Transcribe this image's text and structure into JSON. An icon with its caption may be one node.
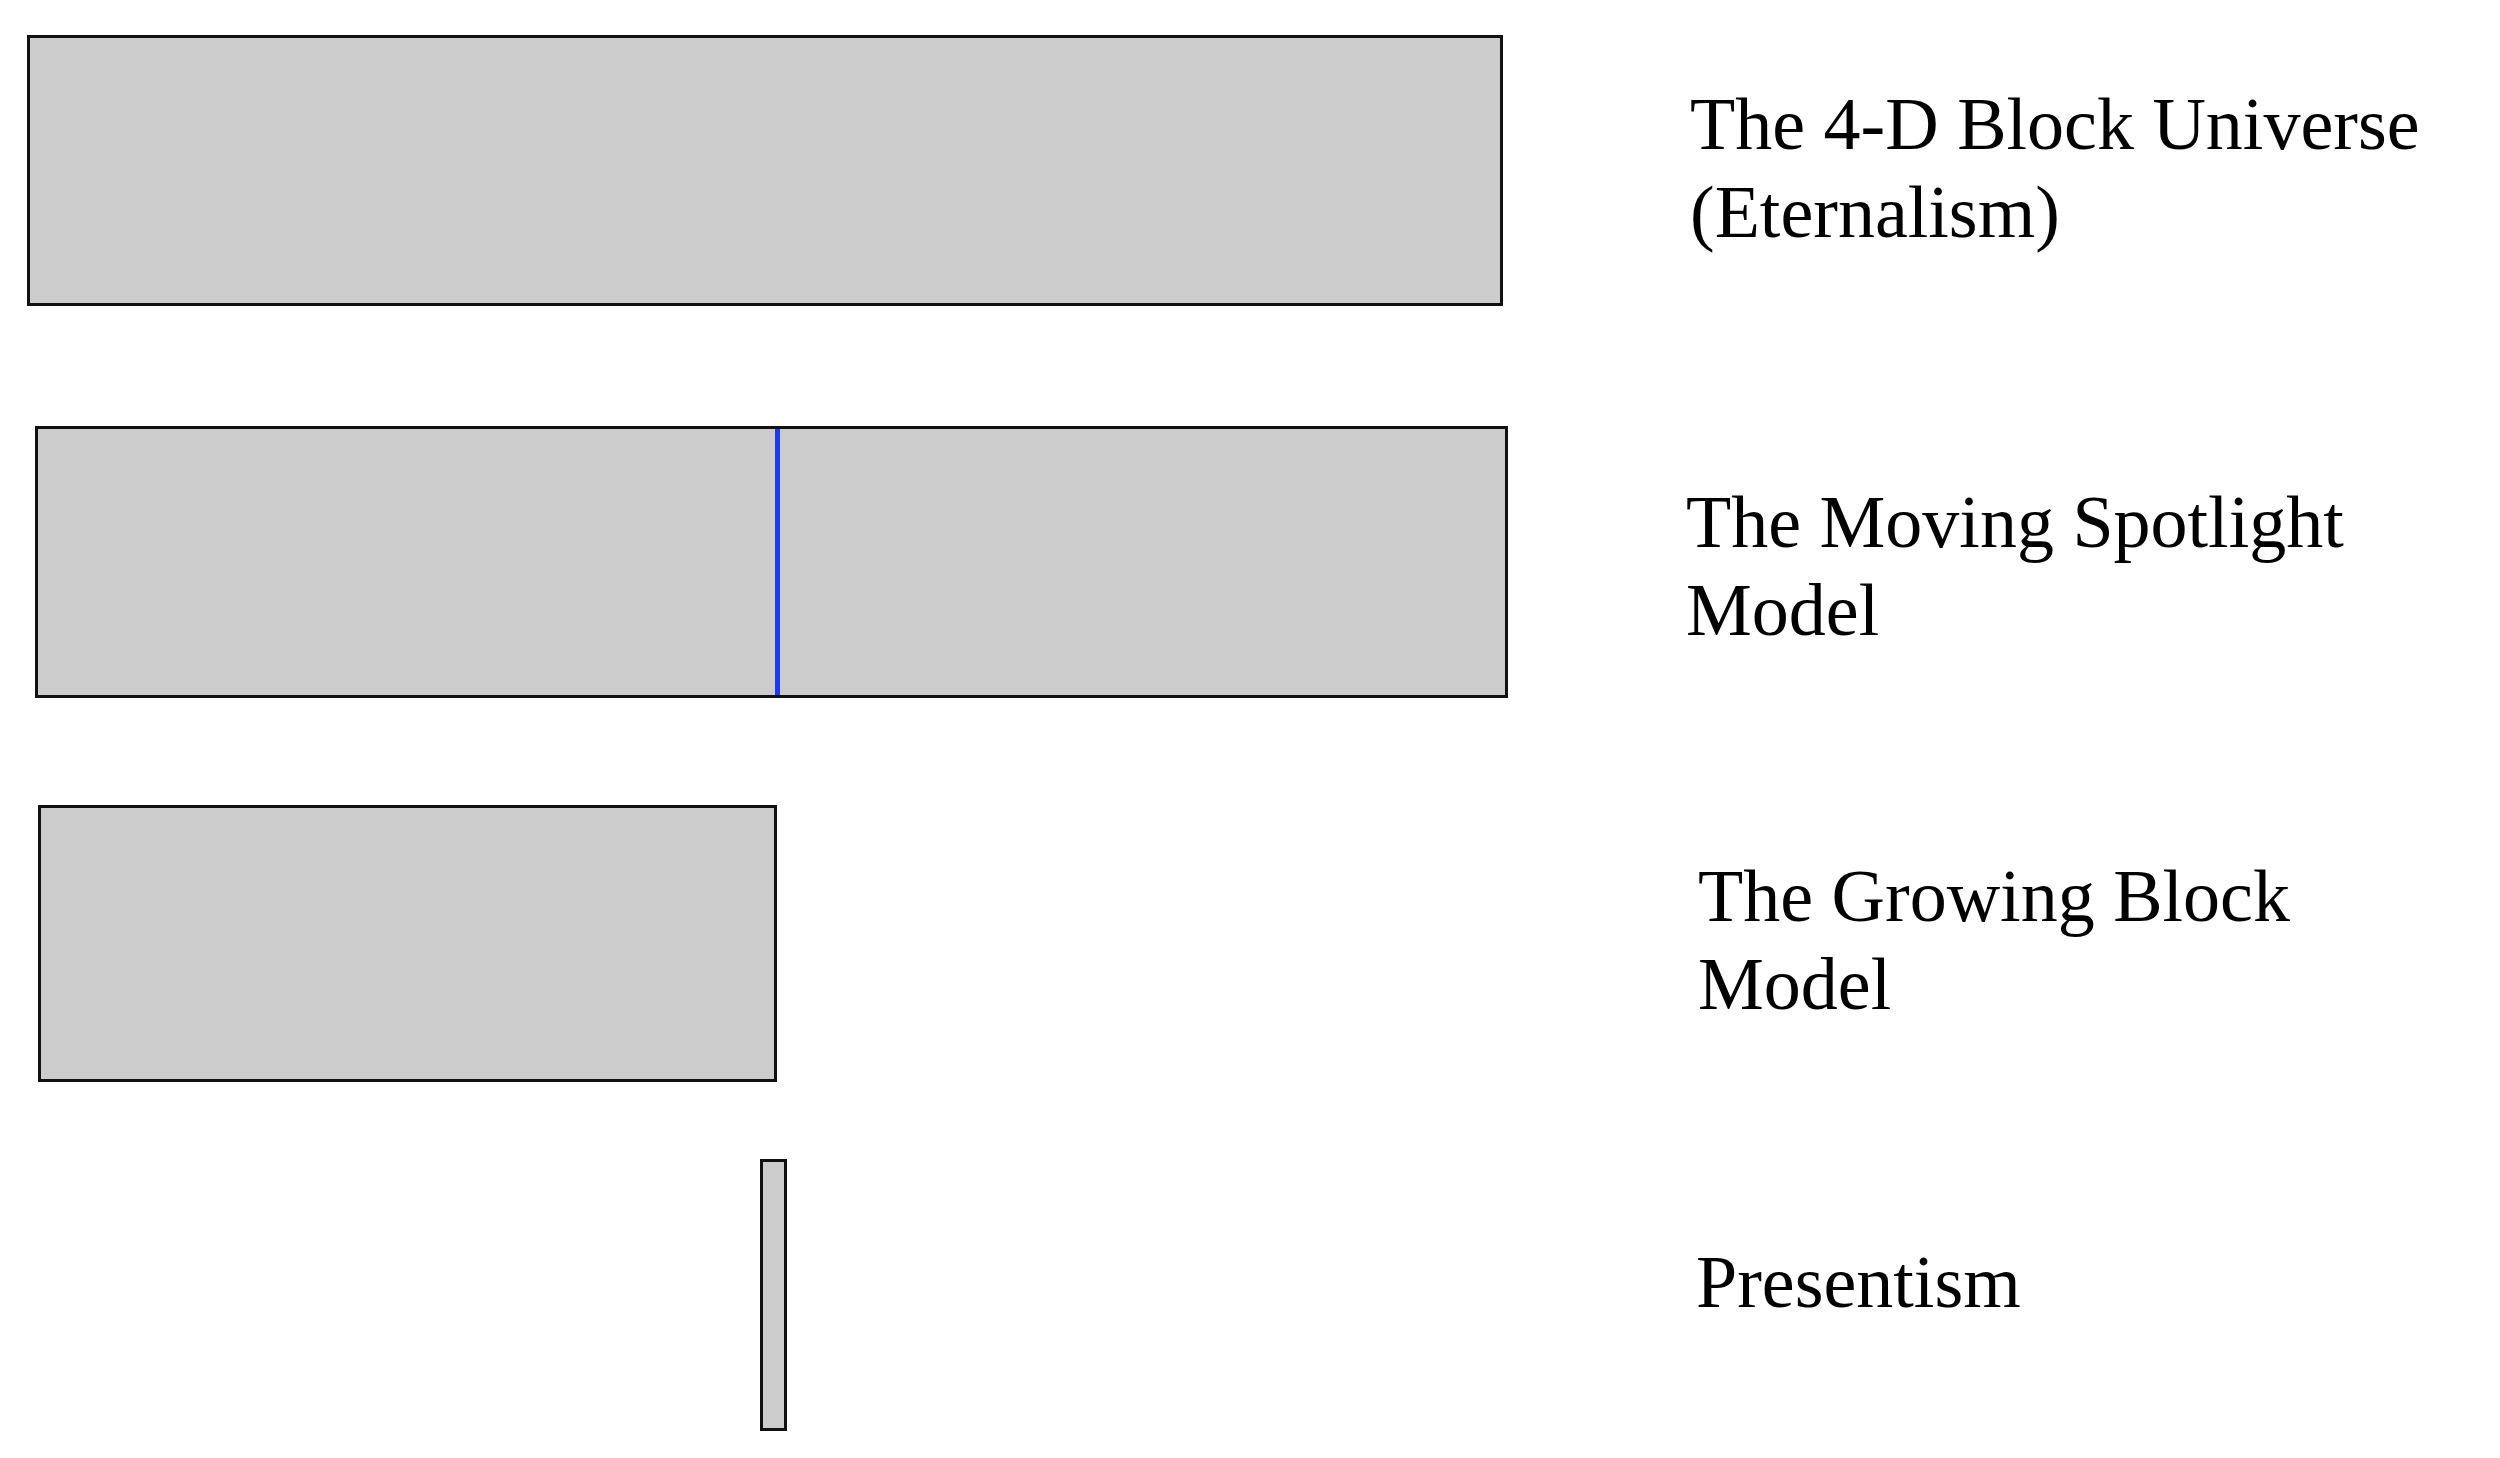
{
  "diagram": {
    "nodes": [
      {
        "text": [],
        "shape": "bar"
      },
      {
        "text": [],
        "shape": "bar"
      },
      {
        "text": [],
        "shape": "bar"
      },
      {
        "text": [],
        "shape": "bar"
      }
    ],
    "labels": [
      "The 4-D Block Universe (Eternalism)",
      "The Moving Spotlight Model",
      "The Growing Block Model",
      "Presentism"
    ]
  }
}
